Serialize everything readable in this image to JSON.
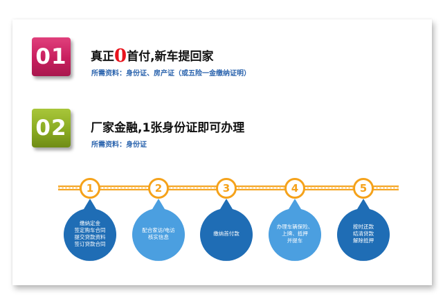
{
  "items": [
    {
      "number": "01",
      "title_before": "真正",
      "title_highlight": "0",
      "title_after": "首付,新车提回家",
      "docs": "所需资料：身份证、房产证（或五险一金缴纳证明）",
      "color": "#c81e5e"
    },
    {
      "number": "02",
      "title_before": "厂家金融,1张身份证即可办理",
      "docs": "所需资料：身份证",
      "color": "#8aab22"
    }
  ],
  "steps": [
    {
      "num": "1",
      "lines": [
        "缴纳定金",
        "签定购车合同",
        "提交贷款资料",
        "签订贷款合同"
      ],
      "color": "#1f6db5"
    },
    {
      "num": "2",
      "lines": [
        "配合家访/电访",
        "核实信息"
      ],
      "color": "#4b9fe0"
    },
    {
      "num": "3",
      "lines": [
        "缴纳首付款"
      ],
      "color": "#1f6db5"
    },
    {
      "num": "4",
      "lines": [
        "办理车辆保险、",
        "上牌、抵押",
        "并提车"
      ],
      "color": "#4b9fe0"
    },
    {
      "num": "5",
      "lines": [
        "按时还款",
        "结清贷款",
        "解除抵押"
      ],
      "color": "#1f6db5"
    }
  ],
  "colors": {
    "timeline": "#f5a21a",
    "heading": "#111111",
    "docs": "#2a63ad",
    "highlight": "#e8141d"
  }
}
